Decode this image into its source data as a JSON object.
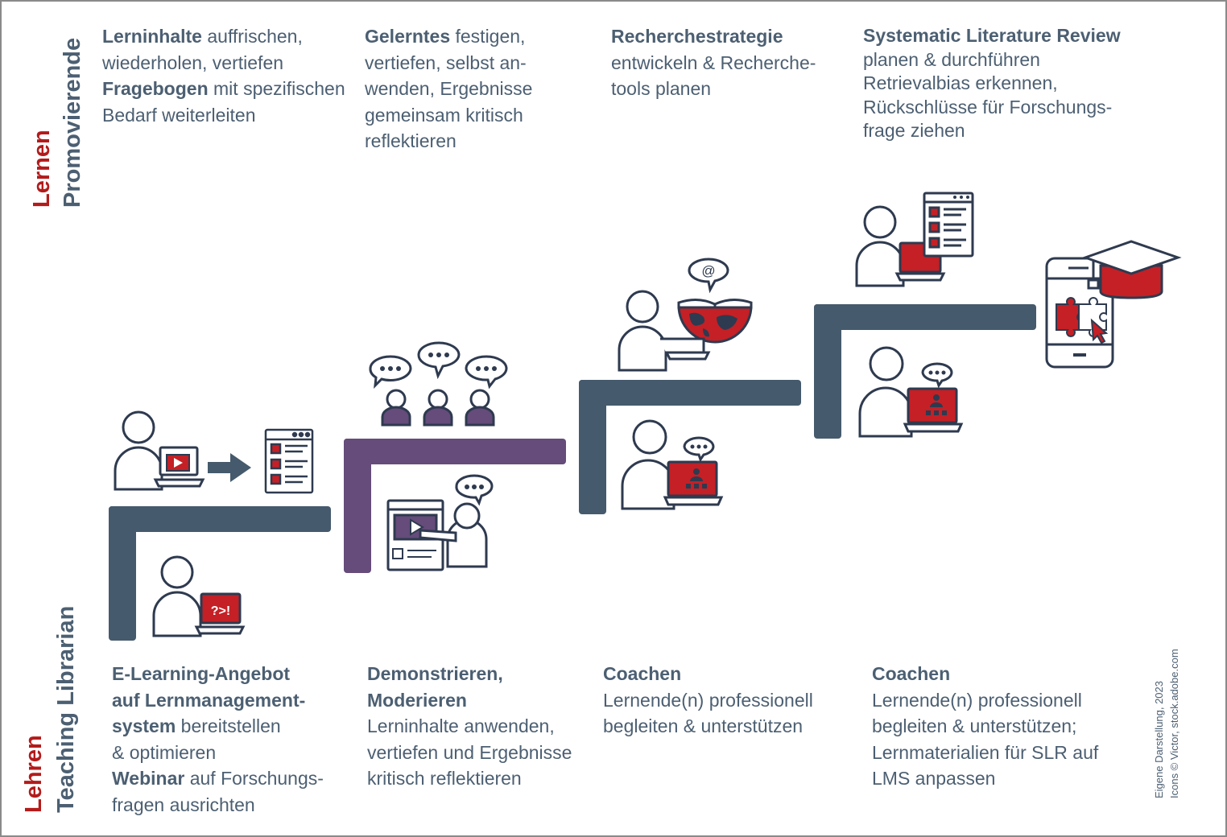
{
  "axis_labels": {
    "top": {
      "word": "Lernen",
      "role": "Promovierende"
    },
    "bottom": {
      "word": "Lehren",
      "role": "Teaching Librarian"
    }
  },
  "learn_steps": [
    {
      "lines": [
        [
          {
            "t": "Lerninhalte",
            "b": true
          },
          {
            "t": " auffrischen,",
            "b": false
          }
        ],
        [
          {
            "t": "wiederholen, vertiefen",
            "b": false
          }
        ],
        [
          {
            "t": "Fragebogen",
            "b": true
          },
          {
            "t": " mit spezifischen",
            "b": false
          }
        ],
        [
          {
            "t": "Bedarf weiterleiten",
            "b": false
          }
        ]
      ]
    },
    {
      "lines": [
        [
          {
            "t": "Gelerntes",
            "b": true
          },
          {
            "t": " festigen,",
            "b": false
          }
        ],
        [
          {
            "t": "vertiefen, selbst an-",
            "b": false
          }
        ],
        [
          {
            "t": "wenden, Ergebnisse",
            "b": false
          }
        ],
        [
          {
            "t": "gemeinsam kritisch",
            "b": false
          }
        ],
        [
          {
            "t": "reflektieren",
            "b": false
          }
        ]
      ]
    },
    {
      "lines": [
        [
          {
            "t": "Recherchestrategie",
            "b": true
          }
        ],
        [
          {
            "t": "entwickeln & Recherche-",
            "b": false
          }
        ],
        [
          {
            "t": "tools planen",
            "b": false
          }
        ]
      ]
    },
    {
      "lines": [
        [
          {
            "t": "Systematic Literature Review",
            "b": true
          }
        ],
        [
          {
            "t": "planen & durchführen",
            "b": false
          }
        ],
        [
          {
            "t": "Retrievalbias erkennen,",
            "b": false
          }
        ],
        [
          {
            "t": "Rückschlüsse für Forschungs-",
            "b": false
          }
        ],
        [
          {
            "t": "frage ziehen",
            "b": false
          }
        ]
      ]
    }
  ],
  "teach_steps": [
    {
      "lines": [
        [
          {
            "t": "E-Learning-Angebot",
            "b": true
          }
        ],
        [
          {
            "t": "auf Lernmanagement-",
            "b": true
          }
        ],
        [
          {
            "t": "system",
            "b": true
          },
          {
            "t": " bereitstellen",
            "b": false
          }
        ],
        [
          {
            "t": "& optimieren",
            "b": false
          }
        ],
        [
          {
            "t": "Webinar",
            "b": true
          },
          {
            "t": " auf Forschungs-",
            "b": false
          }
        ],
        [
          {
            "t": "fragen ausrichten",
            "b": false
          }
        ]
      ]
    },
    {
      "lines": [
        [
          {
            "t": "Demonstrieren,",
            "b": true
          }
        ],
        [
          {
            "t": "Moderieren",
            "b": true
          }
        ],
        [
          {
            "t": "Lerninhalte anwenden,",
            "b": false
          }
        ],
        [
          {
            "t": "vertiefen und Ergebnisse",
            "b": false
          }
        ],
        [
          {
            "t": "kritisch reflektieren",
            "b": false
          }
        ]
      ]
    },
    {
      "lines": [
        [
          {
            "t": "Coachen",
            "b": true
          }
        ],
        [
          {
            "t": "Lernende(n) professionell",
            "b": false
          }
        ],
        [
          {
            "t": "begleiten & unterstützen",
            "b": false
          }
        ]
      ]
    },
    {
      "lines": [
        [
          {
            "t": "Coachen",
            "b": true
          }
        ],
        [
          {
            "t": "Lernende(n) professionell",
            "b": false
          }
        ],
        [
          {
            "t": "begleiten & unterstützen;",
            "b": false
          }
        ],
        [
          {
            "t": "Lernmaterialien für SLR auf",
            "b": false
          }
        ],
        [
          {
            "t": "LMS anpassen",
            "b": false
          }
        ]
      ]
    }
  ],
  "icon_texts": {
    "laptop_error": "?>!",
    "globe_bubble": "@"
  },
  "credit": {
    "line1": "Eigene Darstellung, 2023",
    "line2": "Icons © Victor, stock.adobe.com"
  },
  "colors": {
    "slate": "#455a6c",
    "purple": "#654c7a",
    "red": "#c42026",
    "outline": "#2e3a4f",
    "text": "#4c5f72",
    "axis_red": "#b31b1b"
  },
  "icons": [
    "person-laptop-video-icon",
    "arrow-right-icon",
    "questionnaire-icon",
    "person-laptop-error-icon",
    "audience-speech-bubbles-icon",
    "screen-presenter-icon",
    "person-globe-book-icon",
    "coach-laptop-icon",
    "person-checklist-laptop-icon",
    "coach-laptop-icon-2",
    "phone-graduation-puzzle-icon"
  ]
}
